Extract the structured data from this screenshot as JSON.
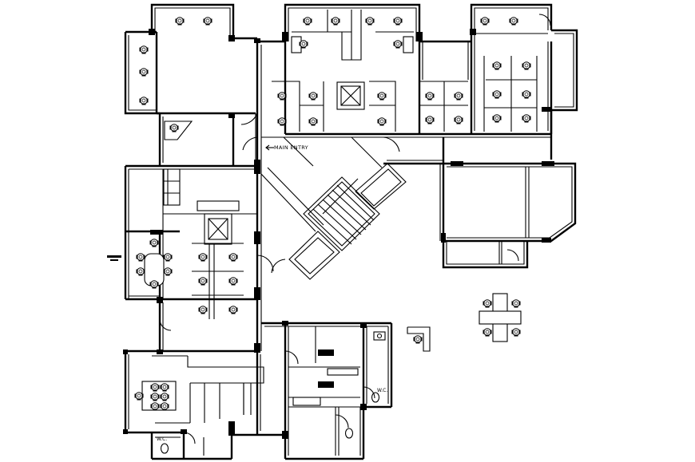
{
  "labels": {
    "main_entry": "MAIN ENTRY",
    "wc_left": "W.C.",
    "wc_right": "W.C."
  },
  "icons": {
    "chair": "office-chair-icon",
    "lift": "lift-shaft-icon",
    "stair": "staircase-icon"
  },
  "colors": {
    "line": "#000000",
    "background": "#ffffff"
  }
}
